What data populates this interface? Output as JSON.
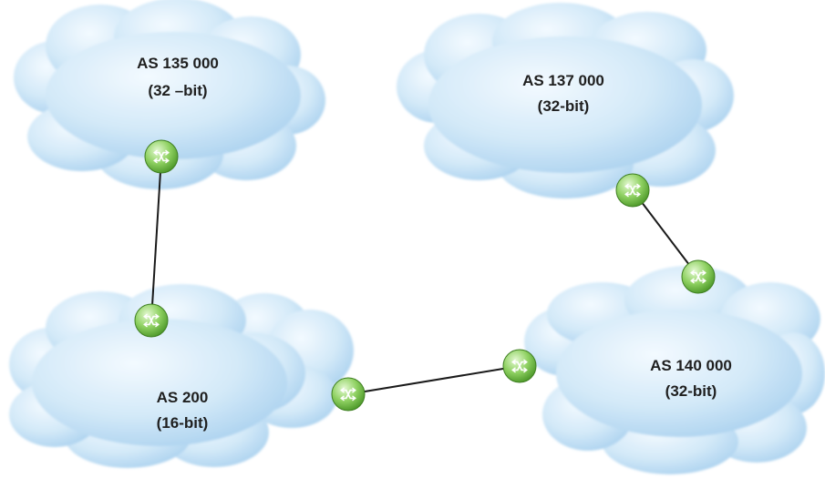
{
  "clouds": {
    "as135000": {
      "line1": "AS 135 000",
      "line2": "(32 –bit)"
    },
    "as137000": {
      "line1": "AS 137 000",
      "line2": "(32-bit)"
    },
    "as200": {
      "line1": "AS 200",
      "line2": "(16-bit)"
    },
    "as140000": {
      "line1": "AS 140 000",
      "line2": "(32-bit)"
    }
  },
  "colors": {
    "cloud_fill_light": "#eef7fd",
    "cloud_fill_dark": "#a9d2f0",
    "router_fill_light": "#d9f5c3",
    "router_fill_dark": "#5aa832",
    "link": "#1a1a1a"
  },
  "icons": [
    "cloud-shape",
    "router-icon"
  ]
}
